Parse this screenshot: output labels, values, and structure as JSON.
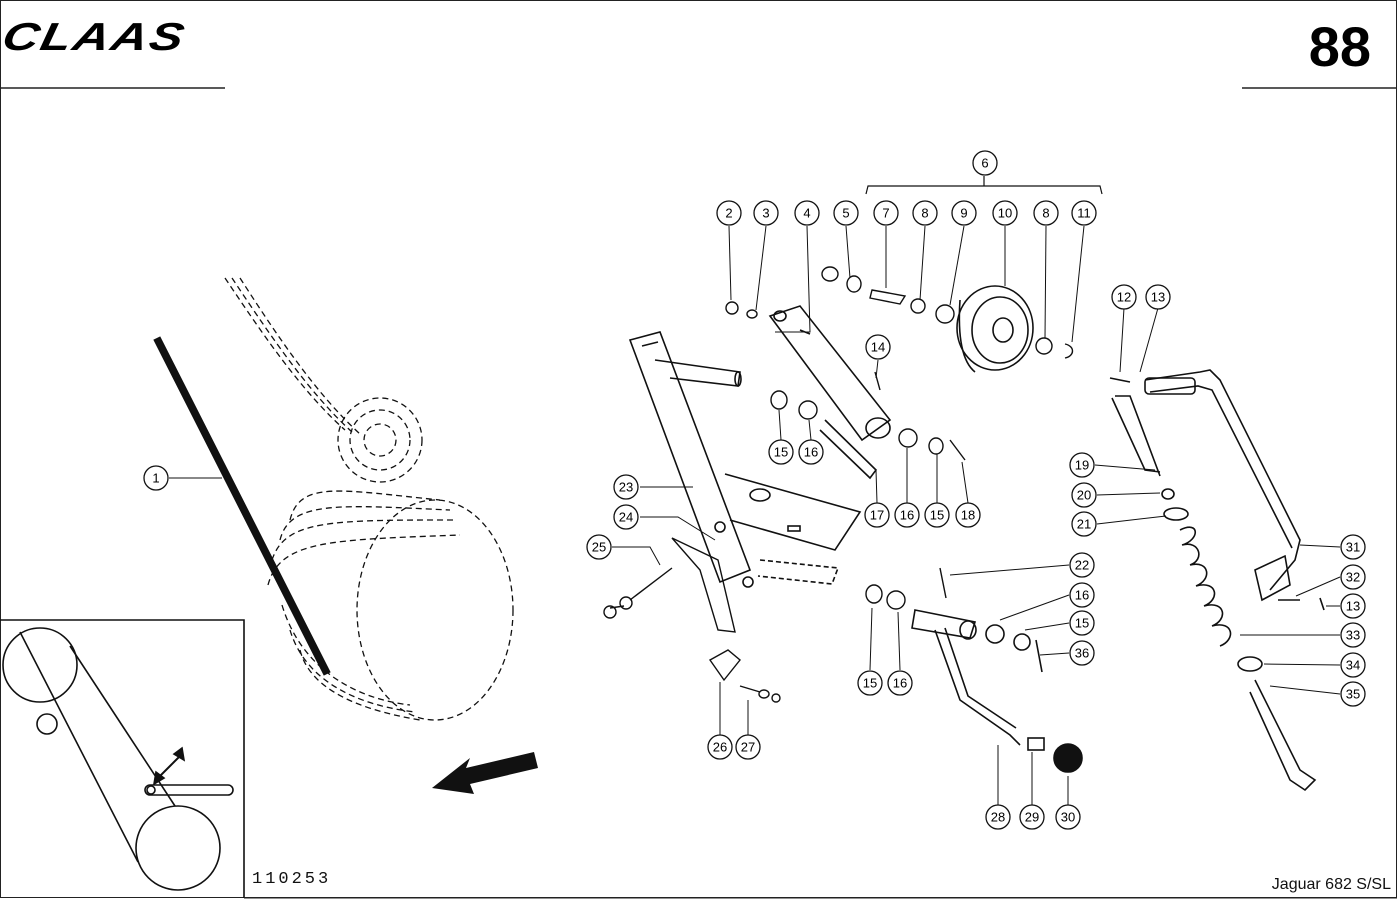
{
  "header": {
    "brand": "CLAAS",
    "page_number": "88"
  },
  "footer": {
    "drawing_number": "110253",
    "model": "Jaguar 682 S/SL"
  },
  "callouts": [
    {
      "id": "c1",
      "label": "1"
    },
    {
      "id": "c2",
      "label": "2"
    },
    {
      "id": "c3",
      "label": "3"
    },
    {
      "id": "c4",
      "label": "4"
    },
    {
      "id": "c5",
      "label": "5"
    },
    {
      "id": "c6",
      "label": "6"
    },
    {
      "id": "c7",
      "label": "7"
    },
    {
      "id": "c8a",
      "label": "8"
    },
    {
      "id": "c9",
      "label": "9"
    },
    {
      "id": "c10",
      "label": "10"
    },
    {
      "id": "c8b",
      "label": "8"
    },
    {
      "id": "c11",
      "label": "11"
    },
    {
      "id": "c12",
      "label": "12"
    },
    {
      "id": "c13a",
      "label": "13"
    },
    {
      "id": "c14",
      "label": "14"
    },
    {
      "id": "c15a",
      "label": "15"
    },
    {
      "id": "c16a",
      "label": "16"
    },
    {
      "id": "c17",
      "label": "17"
    },
    {
      "id": "c16b",
      "label": "16"
    },
    {
      "id": "c15b",
      "label": "15"
    },
    {
      "id": "c18",
      "label": "18"
    },
    {
      "id": "c19",
      "label": "19"
    },
    {
      "id": "c20",
      "label": "20"
    },
    {
      "id": "c21",
      "label": "21"
    },
    {
      "id": "c22",
      "label": "22"
    },
    {
      "id": "c23",
      "label": "23"
    },
    {
      "id": "c24",
      "label": "24"
    },
    {
      "id": "c25",
      "label": "25"
    },
    {
      "id": "c16c",
      "label": "16"
    },
    {
      "id": "c15c",
      "label": "15"
    },
    {
      "id": "c36",
      "label": "36"
    },
    {
      "id": "c15d",
      "label": "15"
    },
    {
      "id": "c16d",
      "label": "16"
    },
    {
      "id": "c26",
      "label": "26"
    },
    {
      "id": "c27",
      "label": "27"
    },
    {
      "id": "c28",
      "label": "28"
    },
    {
      "id": "c29",
      "label": "29"
    },
    {
      "id": "c30",
      "label": "30"
    },
    {
      "id": "c31",
      "label": "31"
    },
    {
      "id": "c32",
      "label": "32"
    },
    {
      "id": "c13b",
      "label": "13"
    },
    {
      "id": "c33",
      "label": "33"
    },
    {
      "id": "c34",
      "label": "34"
    },
    {
      "id": "c35",
      "label": "35"
    }
  ]
}
